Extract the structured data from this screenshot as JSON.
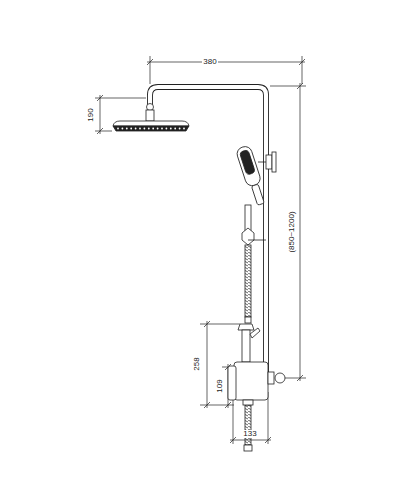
{
  "diagram": {
    "labels": [
      "380",
      "190",
      "(850~1200)",
      "258",
      "109",
      "133"
    ]
  }
}
